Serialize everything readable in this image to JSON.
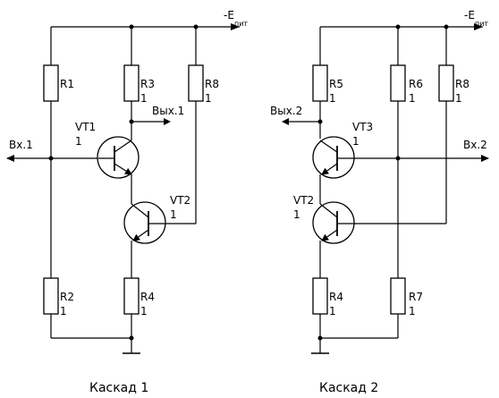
{
  "supply_label": "-E",
  "supply_subscript": "пит",
  "cascade1": {
    "caption": "Каскад 1",
    "input": "Вх.1",
    "output": "Вых.1",
    "resistors": {
      "r1": {
        "name": "R1",
        "value": ""
      },
      "r3": {
        "name": "R3",
        "value": "1"
      },
      "r8": {
        "name": "R8",
        "value": "1"
      },
      "r2": {
        "name": "R2",
        "value": "1"
      },
      "r4": {
        "name": "R4",
        "value": "1"
      }
    },
    "transistors": {
      "vt1": {
        "name": "VT1",
        "value": "1"
      },
      "vt2": {
        "name": "VT2",
        "value": "1"
      }
    }
  },
  "cascade2": {
    "caption": "Каскад 2",
    "input": "Вх.2",
    "output": "Вых.2",
    "resistors": {
      "r5": {
        "name": "R5",
        "value": "1"
      },
      "r6": {
        "name": "R6",
        "value": "1"
      },
      "r8": {
        "name": "R8",
        "value": "1"
      },
      "r4": {
        "name": "R4",
        "value": "1"
      },
      "r7": {
        "name": "R7",
        "value": "1"
      }
    },
    "transistors": {
      "vt3": {
        "name": "VT3",
        "value": "1"
      },
      "vt2": {
        "name": "VT2",
        "value": "1"
      }
    }
  }
}
